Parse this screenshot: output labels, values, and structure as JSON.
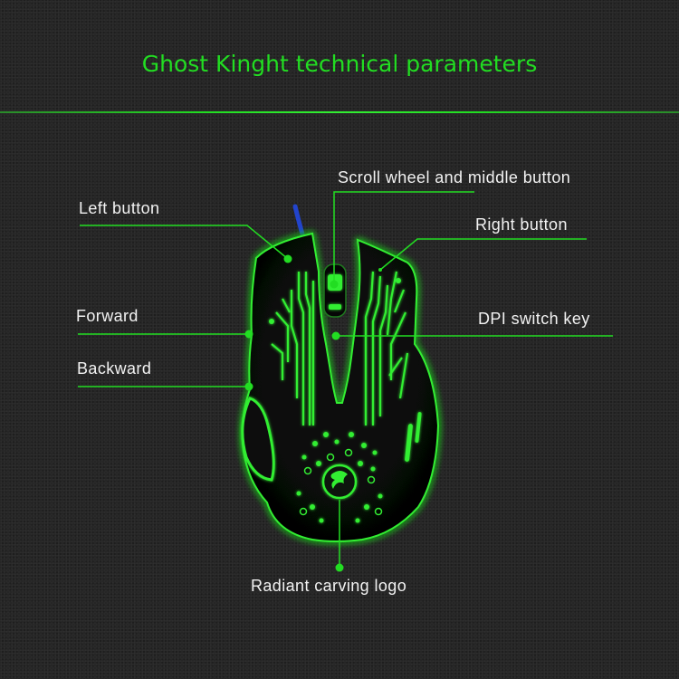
{
  "title": "Ghost Kinght technical parameters",
  "colors": {
    "background": "#262626",
    "accent": "#22dd22",
    "label_text": "#f2f2f2",
    "cable": "#2244cc"
  },
  "product": {
    "type": "gaming mouse",
    "image_description": "Black mouse with glowing green circuit pattern and dragon logo"
  },
  "callouts": [
    {
      "id": "left-button",
      "label": "Left button"
    },
    {
      "id": "scroll-wheel",
      "label": "Scroll wheel and middle button"
    },
    {
      "id": "right-button",
      "label": "Right button"
    },
    {
      "id": "forward",
      "label": "Forward"
    },
    {
      "id": "dpi-switch",
      "label": "DPI switch key"
    },
    {
      "id": "backward",
      "label": "Backward"
    },
    {
      "id": "logo",
      "label": "Radiant carving logo"
    }
  ]
}
